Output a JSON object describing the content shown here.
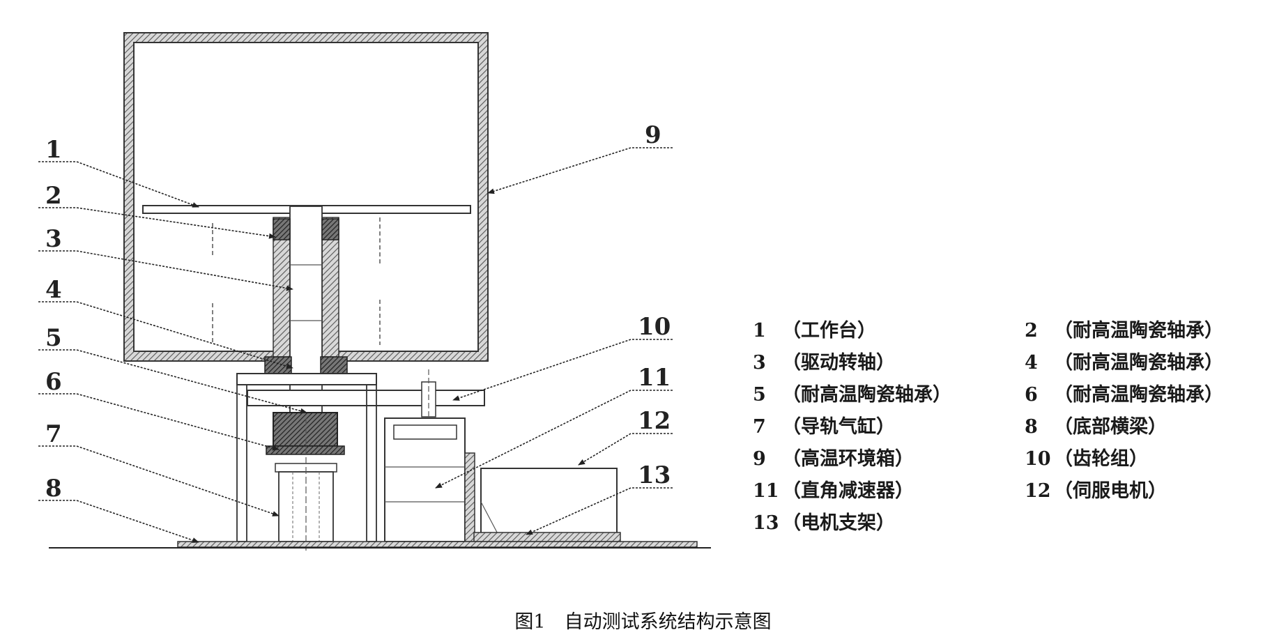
{
  "callouts": [
    "1",
    "2",
    "3",
    "4",
    "5",
    "6",
    "7",
    "8",
    "9",
    "10",
    "11",
    "12",
    "13"
  ],
  "legend": [
    {
      "num": "1",
      "text": "（工作台）"
    },
    {
      "num": "2",
      "text": "（耐高温陶瓷轴承）"
    },
    {
      "num": "3",
      "text": "（驱动转轴）"
    },
    {
      "num": "4",
      "text": "（耐高温陶瓷轴承）"
    },
    {
      "num": "5",
      "text": "（耐高温陶瓷轴承）"
    },
    {
      "num": "6",
      "text": "（耐高温陶瓷轴承）"
    },
    {
      "num": "7",
      "text": "（导轨气缸）"
    },
    {
      "num": "8",
      "text": "（底部横梁）"
    },
    {
      "num": "9",
      "text": "（高温环境箱）"
    },
    {
      "num": "10",
      "text": "（齿轮组）"
    },
    {
      "num": "11",
      "text": "（直角减速器）"
    },
    {
      "num": "12",
      "text": "（伺服电机）"
    },
    {
      "num": "13",
      "text": "（电机支架）"
    }
  ],
  "caption": "图1　自动测试系统结构示意图"
}
